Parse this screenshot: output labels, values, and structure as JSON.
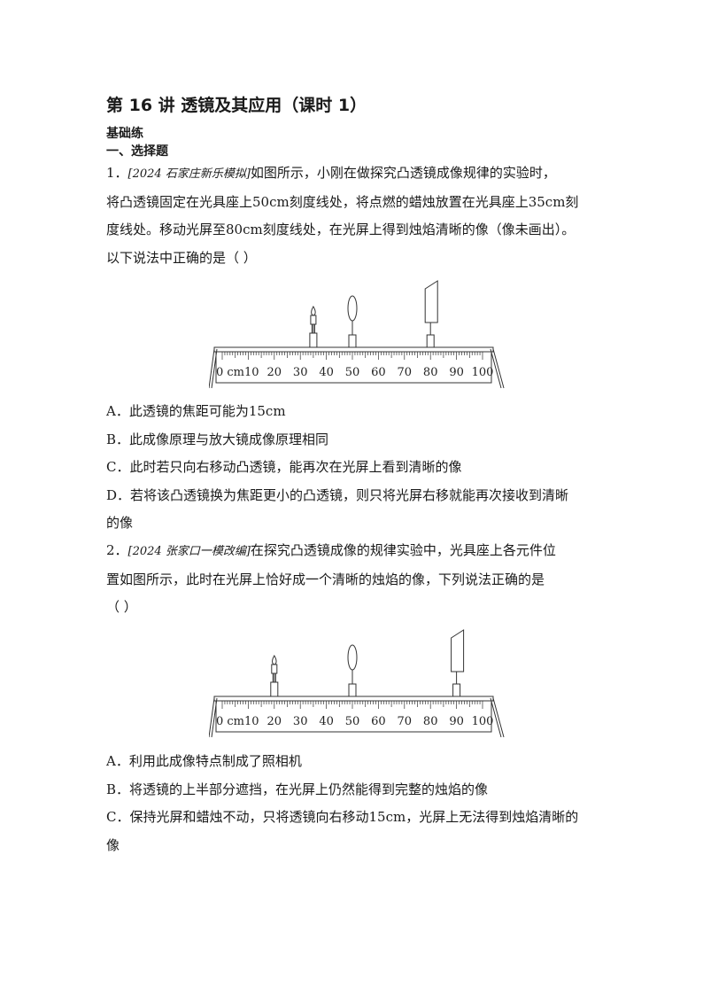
{
  "title": "第 16 讲  透镜及其应用（课时 1）",
  "section": "基础练",
  "subsection": "一、选择题",
  "q1": {
    "number": "1．",
    "source": "[2024 石家庄新乐模拟]",
    "line1": "如图所示，小刚在做探究凸透镜成像规律的实验时，",
    "line2": "将凸透镜固定在光具座上50cm刻度线处，将点燃的蜡烛放置在光具座上35cm刻",
    "line3": "度线处。移动光屏至80cm刻度线处，在光屏上得到烛焰清晰的像（像未画出）。",
    "line4": "以下说法中正确的是（    ）",
    "options": {
      "A": "A．此透镜的焦距可能为15cm",
      "B": "B．此成像原理与放大镜成像原理相同",
      "C": "C．此时若只向右移动凸透镜，能再次在光屏上看到清晰的像",
      "D1": "D．若将该凸透镜换为焦距更小的凸透镜，则只将光屏右移就能再次接收到清晰",
      "D2": "的像"
    }
  },
  "q2": {
    "number": "2．",
    "source": "[2024 张家口一模改编]",
    "line1": "在探究凸透镜成像的规律实验中，光具座上各元件位",
    "line2": "置如图所示，此时在光屏上恰好成一个清晰的烛焰的像，下列说法正确的是",
    "line3": "（    ）",
    "options": {
      "A": "A．利用此成像特点制成了照相机",
      "B": "B．将透镜的上半部分遮挡，在光屏上仍然能得到完整的烛焰的像",
      "C1": "C．保持光屏和蜡烛不动，只将透镜向右移动15cm，光屏上无法得到烛焰清晰的",
      "C2": "像"
    }
  },
  "bench": {
    "ticks": [
      "0 cm10",
      "20",
      "30",
      "40",
      "50",
      "60",
      "70",
      "80",
      "90",
      "100"
    ]
  },
  "figures": [
    {
      "candle_cm": 35,
      "lens_cm": 50,
      "screen_cm": 80
    },
    {
      "candle_cm": 20,
      "lens_cm": 50,
      "screen_cm": 90
    }
  ]
}
